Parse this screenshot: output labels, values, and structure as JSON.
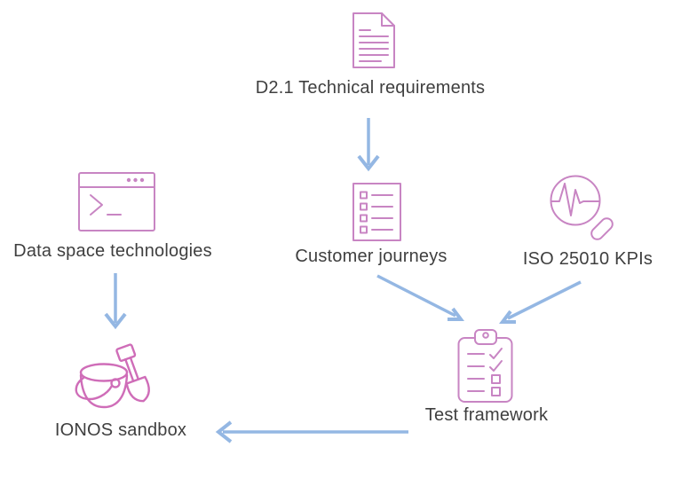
{
  "colors": {
    "background": "#ffffff",
    "arrow": "#94b7e3",
    "icon_pink": "#c885c3",
    "icon_pink_strong": "#cf6db8",
    "label_text": "#3f3f3f"
  },
  "nodes": [
    {
      "id": "technical-requirements",
      "label": "D2.1 Technical requirements",
      "icon": "document-icon"
    },
    {
      "id": "data-space-technologies",
      "label": "Data space technologies",
      "icon": "terminal-window-icon"
    },
    {
      "id": "customer-journeys",
      "label": "Customer journeys",
      "icon": "checklist-icon"
    },
    {
      "id": "iso-25010-kpis",
      "label": "ISO 25010 KPIs",
      "icon": "magnifier-pulse-icon"
    },
    {
      "id": "test-framework",
      "label": "Test framework",
      "icon": "clipboard-checklist-icon"
    },
    {
      "id": "ionos-sandbox",
      "label": "IONOS sandbox",
      "icon": "bucket-shovel-icon"
    }
  ],
  "edges": [
    {
      "from": "technical-requirements",
      "to": "customer-journeys"
    },
    {
      "from": "data-space-technologies",
      "to": "ionos-sandbox"
    },
    {
      "from": "customer-journeys",
      "to": "test-framework"
    },
    {
      "from": "iso-25010-kpis",
      "to": "test-framework"
    },
    {
      "from": "test-framework",
      "to": "ionos-sandbox"
    }
  ]
}
